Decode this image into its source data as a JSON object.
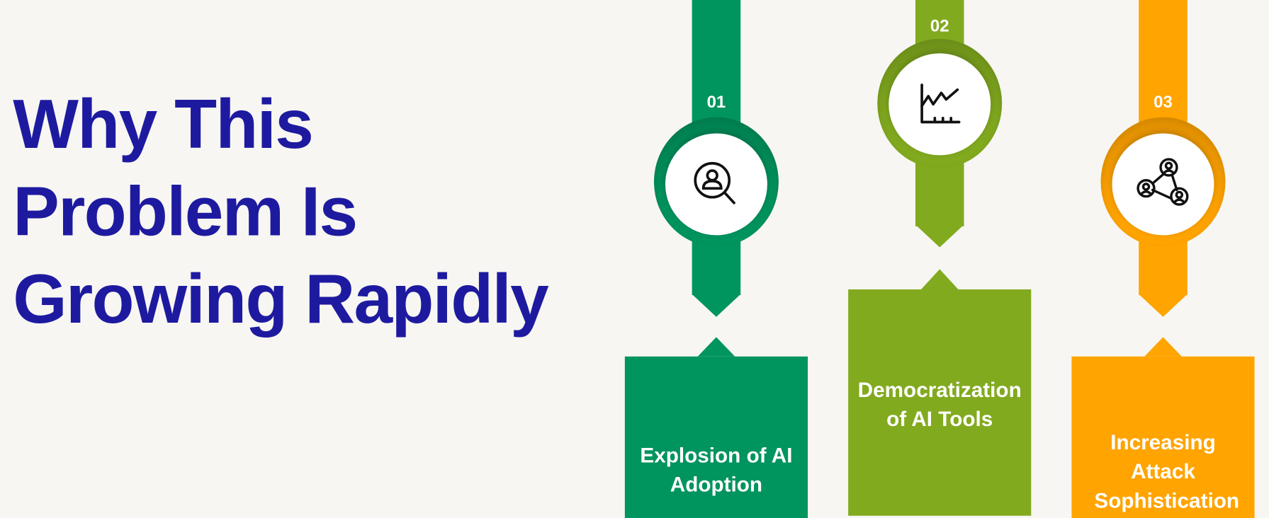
{
  "title": {
    "lines": [
      "Why This",
      "Problem Is",
      "Growing Rapidly"
    ]
  },
  "colors": {
    "title": "#1E1AA0",
    "background": "#F7F6F2",
    "step1": "#00945E",
    "step2": "#82AA1F",
    "step3": "#FFA400"
  },
  "steps": [
    {
      "number": "01",
      "icon": "person-search-icon",
      "label": "Explosion of AI Adoption"
    },
    {
      "number": "02",
      "icon": "line-chart-icon",
      "label": "Democratization of AI Tools"
    },
    {
      "number": "03",
      "icon": "people-network-icon",
      "label": "Increasing Attack Sophistication"
    }
  ]
}
